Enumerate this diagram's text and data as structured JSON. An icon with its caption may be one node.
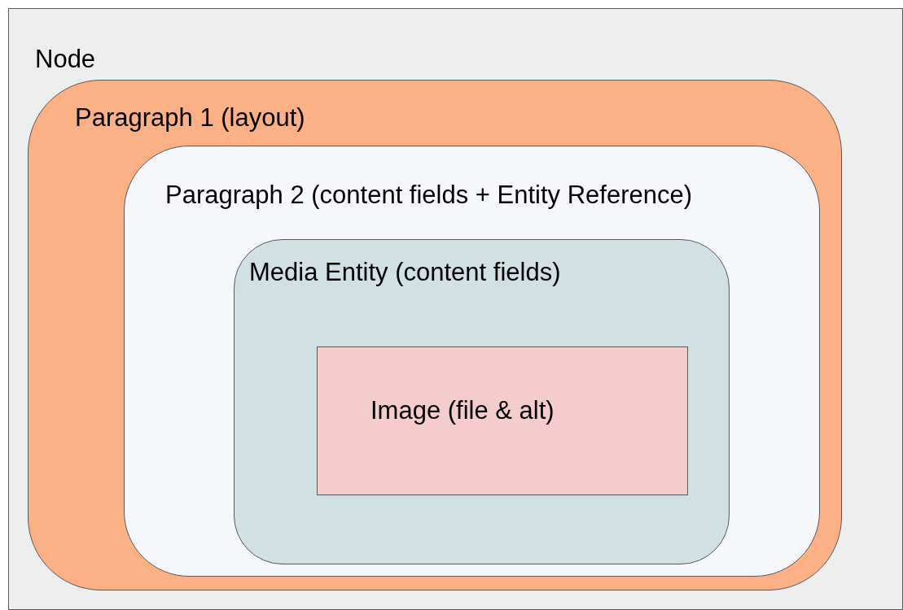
{
  "diagram": {
    "nodes": [
      {
        "text": [
          "Node"
        ]
      },
      {
        "text": [
          "Paragraph 1 (layout)"
        ],
        "in": 0
      },
      {
        "text": [
          "Paragraph 2 (content fields + Entity Reference)"
        ],
        "in": 1
      },
      {
        "text": [
          "Media Entity (content fields)"
        ],
        "in": 2
      },
      {
        "text": [
          "Image (file & alt)"
        ],
        "in": 3
      }
    ]
  }
}
